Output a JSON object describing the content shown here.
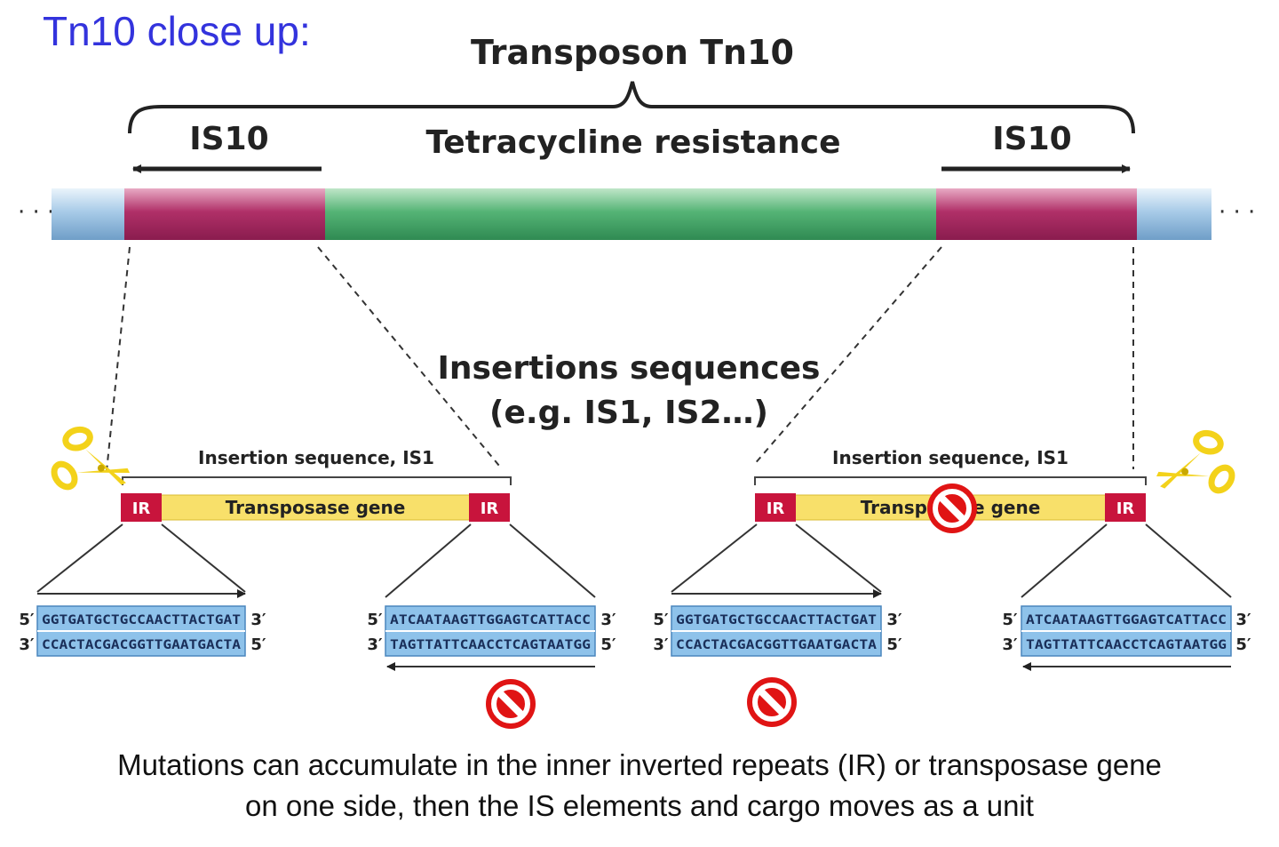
{
  "slide_title": "Tn10 close up:",
  "transposon": {
    "title": "Transposon Tn10",
    "left_is_label": "IS10",
    "center_label": "Tetracycline resistance",
    "right_is_label": "IS10"
  },
  "insertion_sequences_heading": {
    "line1": "Insertions sequences",
    "line2": "(e.g. IS1, IS2…)"
  },
  "is1_left": {
    "bracket_label": "Insertion sequence, IS1",
    "ir_left": "IR",
    "gene_label": "Transposase gene",
    "ir_right": "IR"
  },
  "is1_right": {
    "bracket_label": "Insertion sequence, IS1",
    "ir_left": "IR",
    "gene_label": "Transposase gene",
    "ir_right": "IR"
  },
  "repeats": [
    {
      "top_left": "5′",
      "top_seq": "GGTGATGCTGCCAACTTACTGAT",
      "top_right": "3′",
      "bottom_left": "3′",
      "bottom_seq": "CCACTACGACGGTTGAATGACTA",
      "bottom_right": "5′"
    },
    {
      "top_left": "5′",
      "top_seq": "ATCAATAAGTTGGAGTCATTACC",
      "top_right": "3′",
      "bottom_left": "3′",
      "bottom_seq": "TAGTTATTCAACCTCAGTAATGG",
      "bottom_right": "5′"
    },
    {
      "top_left": "5′",
      "top_seq": "GGTGATGCTGCCAACTTACTGAT",
      "top_right": "3′",
      "bottom_left": "3′",
      "bottom_seq": "CCACTACGACGGTTGAATGACTA",
      "bottom_right": "5′"
    },
    {
      "top_left": "5′",
      "top_seq": "ATCAATAAGTTGGAGTCATTACC",
      "top_right": "3′",
      "bottom_left": "3′",
      "bottom_seq": "TAGTTATTCAACCTCAGTAATGG",
      "bottom_right": "5′"
    }
  ],
  "caption": {
    "line1": "Mutations can accumulate in the inner inverted repeats (IR) or transposase gene",
    "line2": "on one side, then the IS elements and cargo moves as a unit"
  },
  "icons": [
    "scissors-icon",
    "no-entry-icon"
  ],
  "colors": {
    "title_blue": "#3333dd",
    "is10_magenta": "#a8255f",
    "tet_green": "#4caf6e",
    "flank_blue": "#9ec4e4",
    "ir_red": "#c8143c",
    "transposase_yellow": "#f8e06a",
    "seq_box_blue": "#8ec2ea",
    "no_entry_red": "#e01414",
    "scissors_yellow": "#f3d21a"
  }
}
